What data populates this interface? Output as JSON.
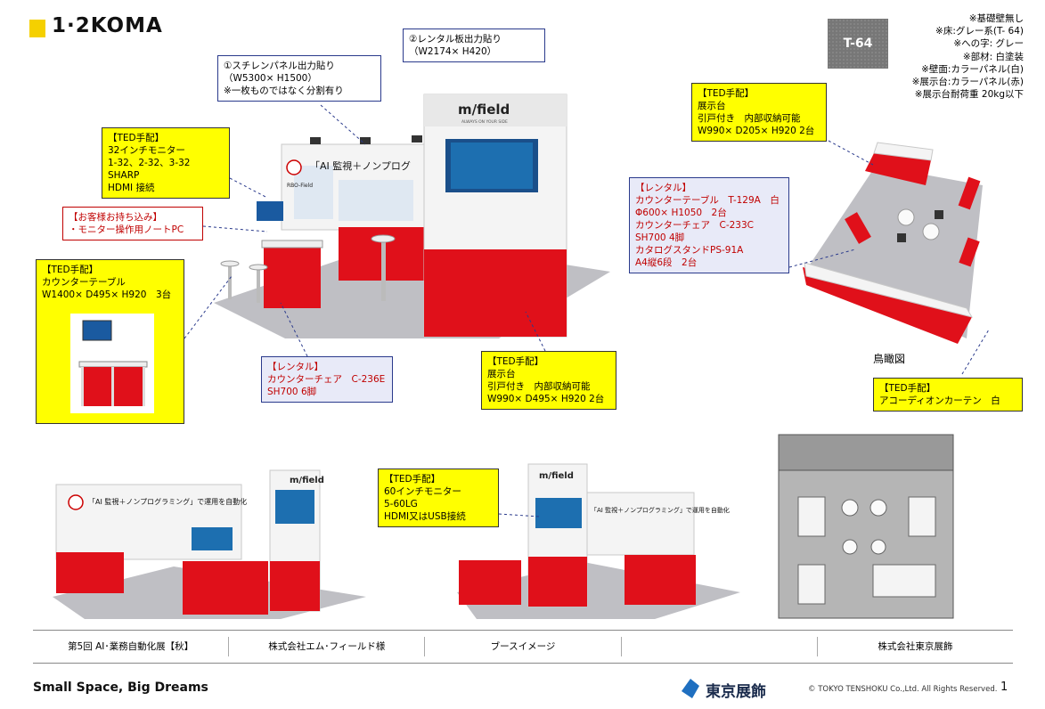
{
  "logo": {
    "text": "1·2KOMA"
  },
  "material_swatch": {
    "label": "T-64"
  },
  "notes": [
    "※基礎壁無し",
    "※床:グレー系(T- 64)",
    "※への字: グレー",
    "※部材: 白塗装",
    "※壁面:カラーパネル(白)",
    "※展示台:カラーパネル(赤)",
    "※展示台耐荷重 20kg以下"
  ],
  "callouts": {
    "steel_panel": {
      "lines": [
        "①スチレンパネル出力貼り",
        "（W5300× H1500）",
        "※一枚ものではなく分割有り"
      ]
    },
    "rental_board": {
      "lines": [
        "②レンタル板出力貼り",
        "（W2174× H420）"
      ]
    },
    "monitor32": {
      "lines": [
        "【TED手配】",
        "32インチモニター",
        "1-32、2-32、3-32 SHARP",
        "HDMI 接続"
      ]
    },
    "customer_laptop": {
      "lines": [
        "【お客様お持ち込み】",
        "・モニター操作用ノートPC"
      ]
    },
    "counter_table": {
      "lines": [
        "【TED手配】",
        "カウンターテーブル",
        "W1400× D495× H920　3台"
      ]
    },
    "rental_chair": {
      "lines": [
        "【レンタル】",
        "カウンターチェア　C-236E",
        "SH700 6脚"
      ]
    },
    "display_stand_front": {
      "lines": [
        "【TED手配】",
        "展示台",
        "引戸付き　内部収納可能",
        "W990× D495× H920 2台"
      ]
    },
    "display_stand_top": {
      "lines": [
        "【TED手配】",
        "展示台",
        "引戸付き　内部収納可能",
        "W990× D205× H920 2台"
      ]
    },
    "rental_set": {
      "lines": [
        "【レンタル】",
        "カウンターテーブル　T-129A　白",
        "Φ600× H1050　2台",
        "カウンターチェア　C-233C",
        "SH700 4脚",
        "カタログスタンドPS-91A",
        "A4縦6段　2台"
      ]
    },
    "curtain": {
      "lines": [
        "【TED手配】",
        "アコーディオンカーテン　白"
      ]
    },
    "monitor60": {
      "lines": [
        "【TED手配】",
        "60インチモニター",
        "5-60LG",
        "HDMI又はUSB接続"
      ]
    }
  },
  "render_text": {
    "brand": "m/field",
    "brand_tagline": "ALWAYS ON YOUR SIDE",
    "banner": "「AI 監視＋ノンプログ",
    "banner_small": "「AI 監視＋ノンプログラミング」で運用を自動化",
    "rbo": "RBO-Field"
  },
  "bird_view_caption": "鳥瞰図",
  "footer": [
    "第5回 AI･業務自動化展【秋】",
    "株式会社エム･フィールド様",
    "ブースイメージ",
    "",
    "株式会社東京展飾"
  ],
  "tagline": "Small Space, Big Dreams",
  "company_brand": "東京展飾",
  "copyright": "© TOKYO TENSHOKU Co.,Ltd. All Rights Reserved.",
  "page_number": "1",
  "colors": {
    "accent_yellow": "#ffff00",
    "booth_red": "#e0101a",
    "logo_yellow": "#f5d000"
  }
}
